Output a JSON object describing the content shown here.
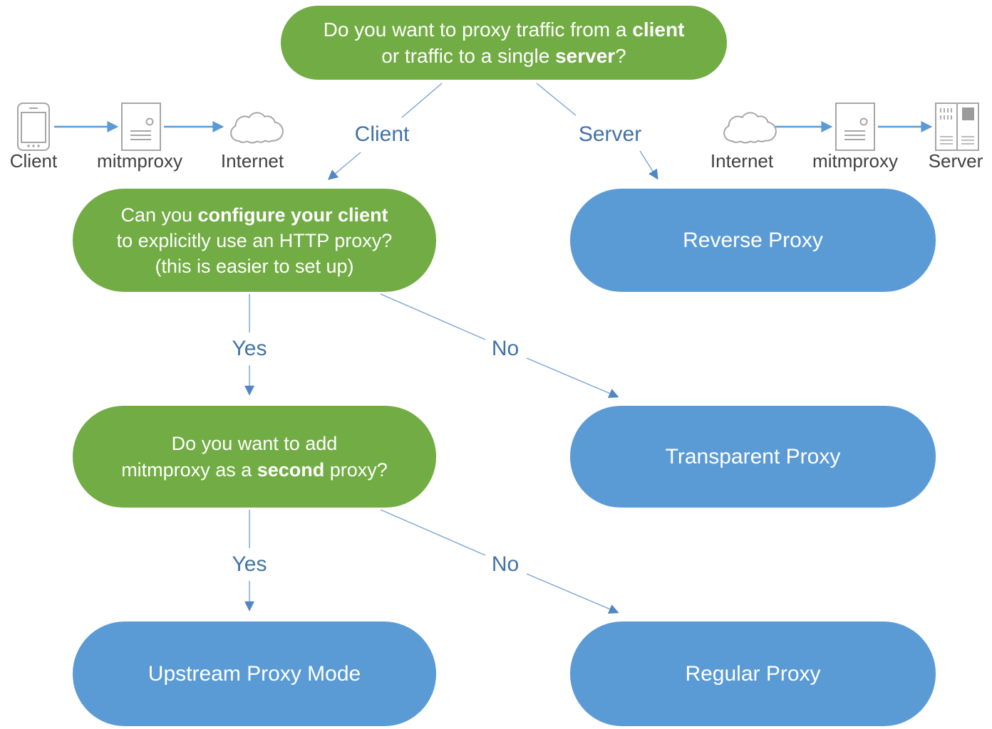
{
  "colors": {
    "node_green": "#72ac44",
    "node_blue": "#5b9bd5",
    "connector_line": "#7ca2d4",
    "connector_arrow": "#4f86c6",
    "branch_label_blue": "#4272a8",
    "icon_gray": "#a6a6a6",
    "icon_label_gray": "#414141"
  },
  "root": {
    "l1_pre": "Do you want to proxy traffic from a ",
    "l1_bold": "client",
    "l2_pre": "or traffic to a single ",
    "l2_bold": "server",
    "l2_post": "?"
  },
  "left_flow": {
    "items": [
      {
        "icon": "phone-icon",
        "label": "Client"
      },
      {
        "icon": "server-icon",
        "label": "mitmproxy"
      },
      {
        "icon": "cloud-icon",
        "label": "Internet"
      }
    ]
  },
  "right_flow": {
    "items": [
      {
        "icon": "cloud-icon",
        "label": "Internet"
      },
      {
        "icon": "server-icon",
        "label": "mitmproxy"
      },
      {
        "icon": "rack-icon",
        "label": "Server"
      }
    ]
  },
  "branch_labels": {
    "client": "Client",
    "server": "Server",
    "yes1": "Yes",
    "no1": "No",
    "yes2": "Yes",
    "no2": "No"
  },
  "q_client": {
    "l1_pre": "Can you ",
    "l1_bold": "configure your client",
    "l2": "to explicitly use an HTTP proxy?",
    "l3": "(this is easier to set up)"
  },
  "q_second": {
    "l1": "Do you want to add",
    "l2_pre": "mitmproxy as a ",
    "l2_bold": "second",
    "l2_post": " proxy?"
  },
  "outcomes": {
    "reverse": "Reverse Proxy",
    "transparent": "Transparent Proxy",
    "upstream": "Upstream Proxy Mode",
    "regular": "Regular Proxy"
  }
}
